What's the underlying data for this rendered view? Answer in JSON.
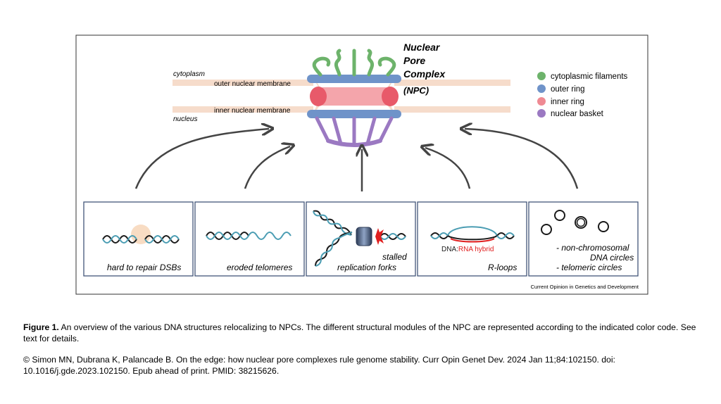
{
  "npc": {
    "title_lines": [
      "Nuclear",
      "Pore",
      "Complex"
    ],
    "abbrev": "(NPC)"
  },
  "labels": {
    "cytoplasm": "cytoplasm",
    "nucleus": "nucleus",
    "outer_membrane": "outer nuclear membrane",
    "inner_membrane": "inner nuclear membrane"
  },
  "legend": [
    {
      "label": "cytoplasmic filaments",
      "color": "#6db36b"
    },
    {
      "label": "outer ring",
      "color": "#6f93c9"
    },
    {
      "label": "inner ring",
      "color": "#ef8a93"
    },
    {
      "label": "nuclear basket",
      "color": "#9b79c2"
    }
  ],
  "panels": {
    "dsb": {
      "label": "hard to repair DSBs"
    },
    "telomeres": {
      "label": "eroded telomeres"
    },
    "forks": {
      "label_line1": "stalled",
      "label_line2": "replication forks"
    },
    "rloops": {
      "label": "R-loops",
      "hybrid_dna": "DNA:",
      "hybrid_rna": "RNA hybrid"
    },
    "circles": {
      "line1": "- non-chromosomal",
      "line2": "DNA circles",
      "line3": "- telomeric circles"
    }
  },
  "credit": "Current Opinion in Genetics and Development",
  "caption": {
    "head": "Figure 1.",
    "text": " An overview of the various DNA structures relocalizing to NPCs. The different structural modules of the NPC are represented according to the indicated color code. See text for details.",
    "citation": "© Simon MN, Dubrana K, Palancade B. On the edge: how nuclear pore complexes rule genome stability. Curr Opin Genet Dev. 2024 Jan 11;84:102150. doi: 10.1016/j.gde.2023.102150. Epub ahead of print. PMID: 38215626."
  },
  "colors": {
    "membrane": "#f6dccb",
    "filament": "#6db36b",
    "outer_ring": "#6f93c9",
    "inner_ring": "#ef8a93",
    "basket": "#9b79c2",
    "frame": "#43567a",
    "dna_dark": "#1a1a1a",
    "dna_teal": "#4b9db3",
    "rna_red": "#e02020"
  }
}
